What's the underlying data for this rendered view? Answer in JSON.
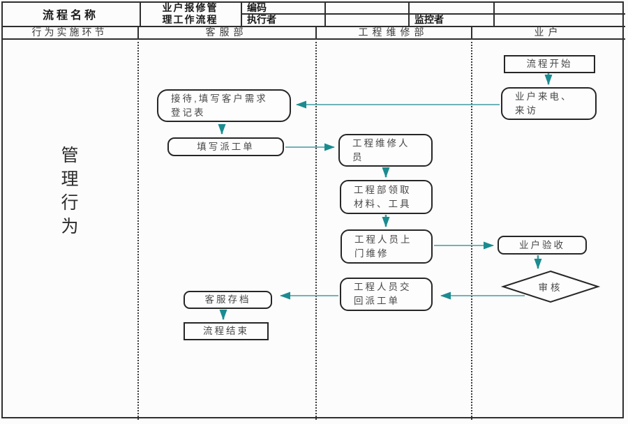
{
  "header": {
    "row1": {
      "process_name_label": "流程名称",
      "process_name_value": "业户报修管理工作流程",
      "process_name_value_lines": [
        "业户报修管",
        "理工作流程"
      ],
      "code_label": "编码",
      "executor_label": "执行者",
      "monitor_label": "监控者"
    },
    "lane_row": {
      "stage_label": "行为实施环节",
      "lanes": [
        "客服部",
        "工程维修部",
        "业户"
      ]
    }
  },
  "side_label": {
    "text": "管理行为",
    "chars": [
      "管",
      "理",
      "行",
      "为"
    ]
  },
  "nodes": {
    "start": {
      "shape": "rectangle",
      "lines": [
        "流程开始"
      ]
    },
    "tenant_contact": {
      "shape": "rounded",
      "lines": [
        "业户来电、",
        "来访"
      ]
    },
    "reception": {
      "shape": "rounded",
      "lines": [
        "接待,填写客户需求",
        "登记表"
      ]
    },
    "fill_dispatch": {
      "shape": "rounded",
      "lines": [
        "填写派工单"
      ]
    },
    "maintenance_staff": {
      "shape": "rounded",
      "lines": [
        "工程维修人",
        "员"
      ]
    },
    "collect_materials": {
      "shape": "rounded",
      "lines": [
        "工程部领取",
        "材料、工具"
      ]
    },
    "onsite_repair": {
      "shape": "rounded",
      "lines": [
        "工程人员上",
        "门维修"
      ]
    },
    "acceptance": {
      "shape": "rounded",
      "lines": [
        "业户验收"
      ]
    },
    "review": {
      "shape": "diamond",
      "lines": [
        "审核"
      ]
    },
    "return_order": {
      "shape": "rounded",
      "lines": [
        "工程人员交",
        "回派工单"
      ]
    },
    "archive": {
      "shape": "rounded",
      "lines": [
        "客服存档"
      ]
    },
    "end": {
      "shape": "rectangle",
      "lines": [
        "流程结束"
      ]
    }
  },
  "colors": {
    "arrow_line": "#3E9C9F",
    "arrow_head": "#1A8C90",
    "node_border": "#262626",
    "grid_line": "#2e2e2e",
    "text_main": "#3d3d3d"
  }
}
